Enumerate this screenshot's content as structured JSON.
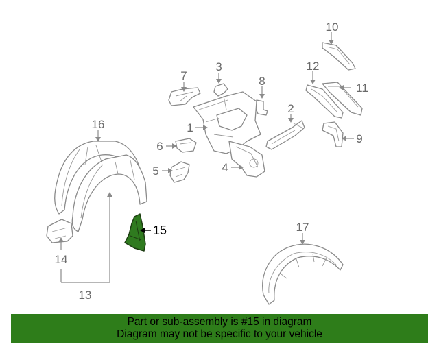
{
  "diagram": {
    "callouts": {
      "p1": "1",
      "p2": "2",
      "p3": "3",
      "p4": "4",
      "p5": "5",
      "p6": "6",
      "p7": "7",
      "p8": "8",
      "p9": "9",
      "p10": "10",
      "p11": "11",
      "p12": "12",
      "p13": "13",
      "p14": "14",
      "p15": "15",
      "p16": "16",
      "p17": "17"
    },
    "highlighted_part": "15"
  },
  "footer": {
    "line1": "Part or sub-assembly is #15 in diagram",
    "line2": "Diagram may not be specific to your vehicle"
  },
  "colors": {
    "footer_bg": "#2e7d1a",
    "highlight_fill": "#2f7a1f",
    "line_art": "#8a8a8a",
    "label_text": "#6a6a6a"
  }
}
